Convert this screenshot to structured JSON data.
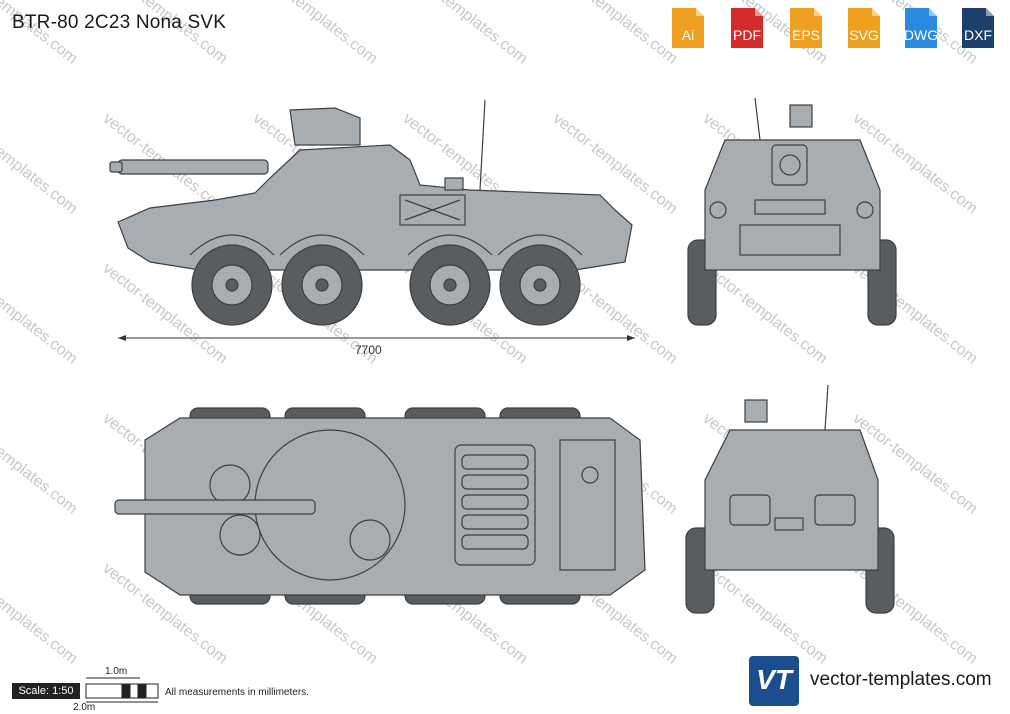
{
  "title": "BTR-80 2C23 Nona SVK",
  "formats": [
    {
      "label": "Ai",
      "color": "#f0a020"
    },
    {
      "label": "PDF",
      "color": "#d42a2a"
    },
    {
      "label": "EPS",
      "color": "#f0a020"
    },
    {
      "label": "SVG",
      "color": "#f0a020"
    },
    {
      "label": "DWG",
      "color": "#2a8adf"
    },
    {
      "label": "DXF",
      "color": "#1d3f6e"
    }
  ],
  "dimension_label": "7700",
  "scale": {
    "label": "Scale: 1:50",
    "mark_1m": "1.0m",
    "mark_2m": "2.0m"
  },
  "note": "All measurements in millimeters.",
  "site": "vector-templates.com",
  "logo_text": "VT",
  "watermark": "vector-templates.com",
  "colors": {
    "body": "#a8adb2",
    "stroke": "#3c3f42",
    "tire": "#5a5d60"
  }
}
